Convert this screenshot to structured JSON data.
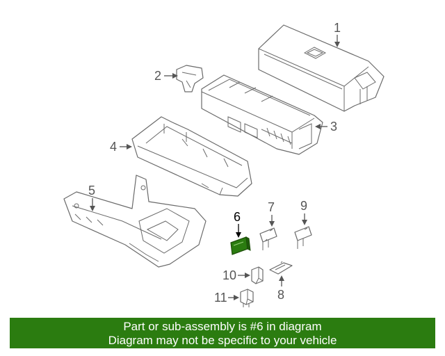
{
  "diagram": {
    "callouts": {
      "c1": "1",
      "c2": "2",
      "c3": "3",
      "c4": "4",
      "c5": "5",
      "c6": "6",
      "c7": "7",
      "c8": "8",
      "c9": "9",
      "c10": "10",
      "c11": "11"
    },
    "highlight_color": "#2b7c10"
  },
  "banner": {
    "line1": "Part or sub-assembly is #6 in diagram",
    "line2": "Diagram may not be specific to your vehicle",
    "background": "#2b7c10"
  }
}
